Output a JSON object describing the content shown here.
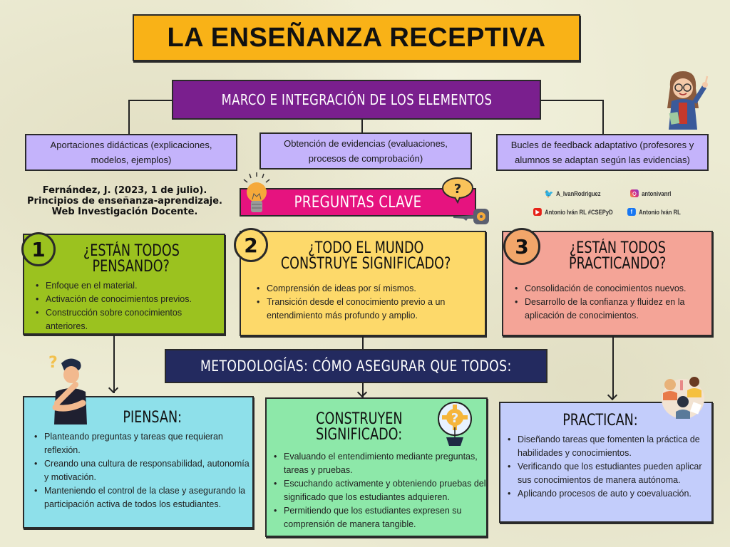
{
  "title": "LA ENSEÑANZA RECEPTIVA",
  "framework": {
    "heading": "MARCO E INTEGRACIÓN DE LOS ELEMENTOS",
    "elements": [
      "Aportaciones didácticas (explicaciones, modelos, ejemplos)",
      "Obtención de evidencias (evaluaciones, procesos de comprobación)",
      "Bucles de feedback adaptativo (profesores y alumnos se adaptan según las evidencias)"
    ]
  },
  "citation": {
    "line1": "Fernández, J. (2023, 1 de julio).",
    "line2": "Principios de enseñanza-aprendizaje.",
    "line3": "Web Investigación Docente."
  },
  "key_questions": {
    "heading": "PREGUNTAS CLAVE",
    "cards": [
      {
        "number": "1",
        "title_line1": "¿ESTÁN TODOS",
        "title_line2": "PENSANDO?",
        "color": "#9bc21f",
        "bullets": [
          "Enfoque en el material.",
          "Activación de conocimientos previos.",
          "Construcción sobre conocimientos anteriores."
        ]
      },
      {
        "number": "2",
        "title_line1": "¿TODO EL MUNDO",
        "title_line2": "CONSTRUYE SIGNIFICADO?",
        "color": "#fdd96a",
        "bullets": [
          "Comprensión de ideas por sí mismos.",
          "Transición desde el conocimiento previo a un entendimiento más profundo y amplio."
        ]
      },
      {
        "number": "3",
        "title_line1": "¿ESTÁN TODOS",
        "title_line2": "PRACTICANDO?",
        "color": "#f4a497",
        "bullets": [
          "Consolidación de conocimientos nuevos.",
          "Desarrollo de la confianza y fluidez en la aplicación de conocimientos."
        ]
      }
    ]
  },
  "social": {
    "twitter": "A_IvanRodriguez",
    "instagram": "antonivanrl",
    "youtube": "Antonio Iván RL #CSEPyD",
    "facebook": "Antonio Iván RL"
  },
  "methodologies": {
    "heading": "METODOLOGÍAS: CÓMO ASEGURAR QUE TODOS:",
    "cards": [
      {
        "title": "PIENSAN:",
        "color": "#8ee0ea",
        "bullets": [
          "Planteando preguntas y tareas que requieran reflexión.",
          "Creando una cultura de responsabilidad, autonomía y motivación.",
          "Manteniendo el control de la clase y asegurando la participación activa de todos los estudiantes."
        ]
      },
      {
        "title_line1": "CONSTRUYEN",
        "title_line2": "SIGNIFICADO:",
        "color": "#8de8a9",
        "bullets": [
          "Evaluando el entendimiento mediante preguntas, tareas y pruebas.",
          "Escuchando activamente y obteniendo pruebas del significado que los estudiantes adquieren.",
          "Permitiendo que los estudiantes expresen su comprensión de manera tangible."
        ]
      },
      {
        "title": "PRACTICAN:",
        "color": "#c3cdfb",
        "bullets": [
          "Diseñando tareas que fomenten la práctica de habilidades y conocimientos.",
          "Verificando que los estudiantes pueden aplicar sus conocimientos de manera autónoma.",
          "Aplicando procesos de auto y coevaluación."
        ]
      }
    ]
  },
  "colors": {
    "title_bg": "#f9b217",
    "framework_bg": "#7a1f8e",
    "element_bg": "#c4b3fb",
    "key_questions_bg": "#e6137f",
    "methodologies_bg": "#232a5f",
    "background": "#ecebd3"
  }
}
